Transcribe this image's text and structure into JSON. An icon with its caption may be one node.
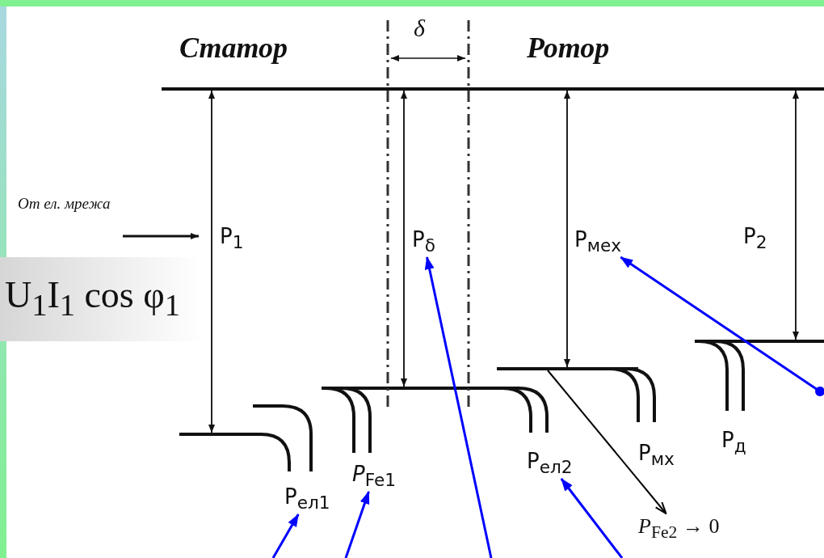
{
  "diagram": {
    "nodes": [
      {
        "text": [
          "P$_{δ}$"
        ]
      },
      {
        "text": [
          "P$_{мех}$"
        ]
      },
      {
        "text": [
          "P$_{ел1}$"
        ]
      },
      {
        "text": [
          "*P*$_{Fe1}$"
        ]
      },
      {
        "text": [
          "P$_{ел2}$"
        ]
      },
      {
        "text": [
          "*P*$_{Fe2}$ → 0"
        ]
      }
    ],
    "edges": [
      {
        "from": null,
        "to": 2,
        "arrow": "to"
      },
      {
        "from": null,
        "to": 3,
        "arrow": "to"
      },
      {
        "from": null,
        "to": 0,
        "arrow": "to"
      },
      {
        "from": null,
        "to": 1,
        "arrow": "to"
      },
      {
        "from": null,
        "to": 4,
        "arrow": "to"
      },
      {
        "from": null,
        "to": 5,
        "arrow": "to",
        "color": "#000000"
      }
    ],
    "labels": [
      "Статор",
      "δ",
      "Ротор",
      "От ел. мрежа",
      "P$_{1}$",
      "P$_{2}$",
      "U$_{1}$I$_{1}$ cos φ$_{1}$",
      "P$_{мх}$",
      "P$_{д}$"
    ]
  }
}
